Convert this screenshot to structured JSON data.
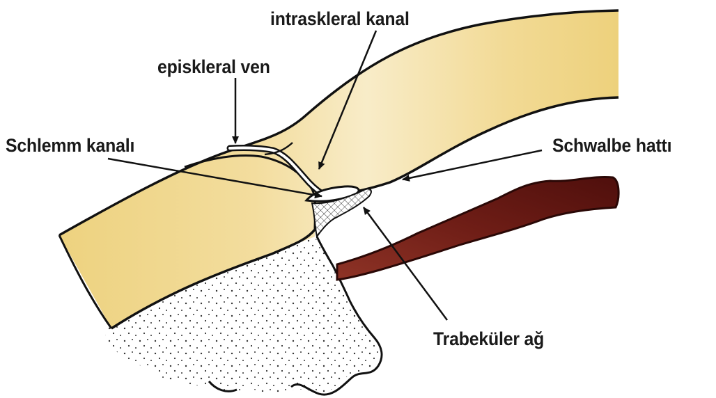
{
  "labels": {
    "intrascleral_canal": "intraskleral kanal",
    "episcleral_vein": "episkleral ven",
    "schlemm_canal": "Schlemm kanalı",
    "schwalbe_line": "Schwalbe hattı",
    "trabecular_meshwork": "Trabeküler ağ"
  },
  "colors": {
    "sclera": "#f0d99a",
    "sclera_light": "#f7ebc7",
    "iris": "#7a2318",
    "iris_dark": "#5a1410",
    "outline": "#111111",
    "background": "#ffffff"
  }
}
